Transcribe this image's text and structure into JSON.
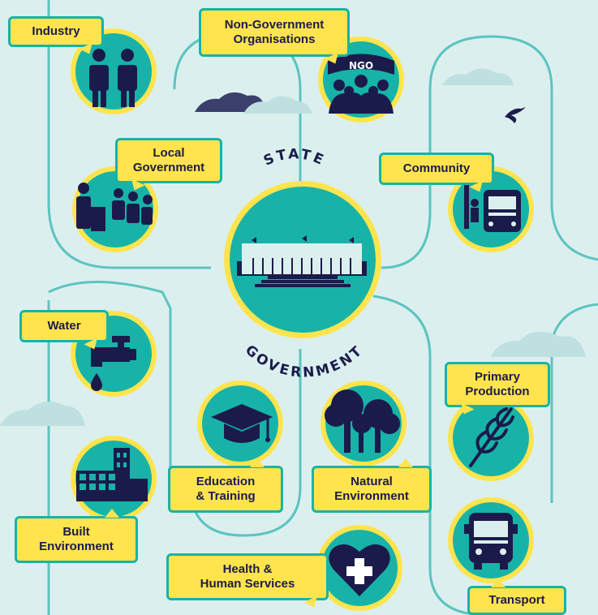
{
  "center": {
    "top_text": "STATE",
    "bottom_text": "GOVERNMENT"
  },
  "ngo_badge": "NGO",
  "labels": {
    "industry": "Industry",
    "ngo": "Non-Government\nOrganisations",
    "local_government": "Local\nGovernment",
    "community": "Community",
    "water": "Water",
    "primary_production": "Primary\nProduction",
    "education": "Education\n& Training",
    "natural_environment": "Natural\nEnvironment",
    "built_environment": "Built\nEnvironment",
    "health": "Health &\nHuman Services",
    "transport": "Transport"
  },
  "colors": {
    "background": "#dcefef",
    "path_line": "#5cc4bf",
    "node_fill": "#17b3a8",
    "node_ring": "#ffe44d",
    "label_fill": "#ffe44d",
    "label_border": "#17b3a8",
    "navy": "#1b1b4b",
    "cloud_light": "#bfe0e0",
    "cloud_dark": "#3b3f6b"
  },
  "icons": {
    "industry": "business-people-icon",
    "ngo": "crowd-with-banner-icon",
    "local_government": "meeting-people-icon",
    "community": "bus-stop-icon",
    "water": "tap-icon",
    "primary_production": "wheat-icon",
    "education": "graduation-cap-icon",
    "natural_environment": "trees-icon",
    "built_environment": "buildings-icon",
    "health": "heart-cross-icon",
    "transport": "bus-icon",
    "center": "parliament-building-icon"
  }
}
